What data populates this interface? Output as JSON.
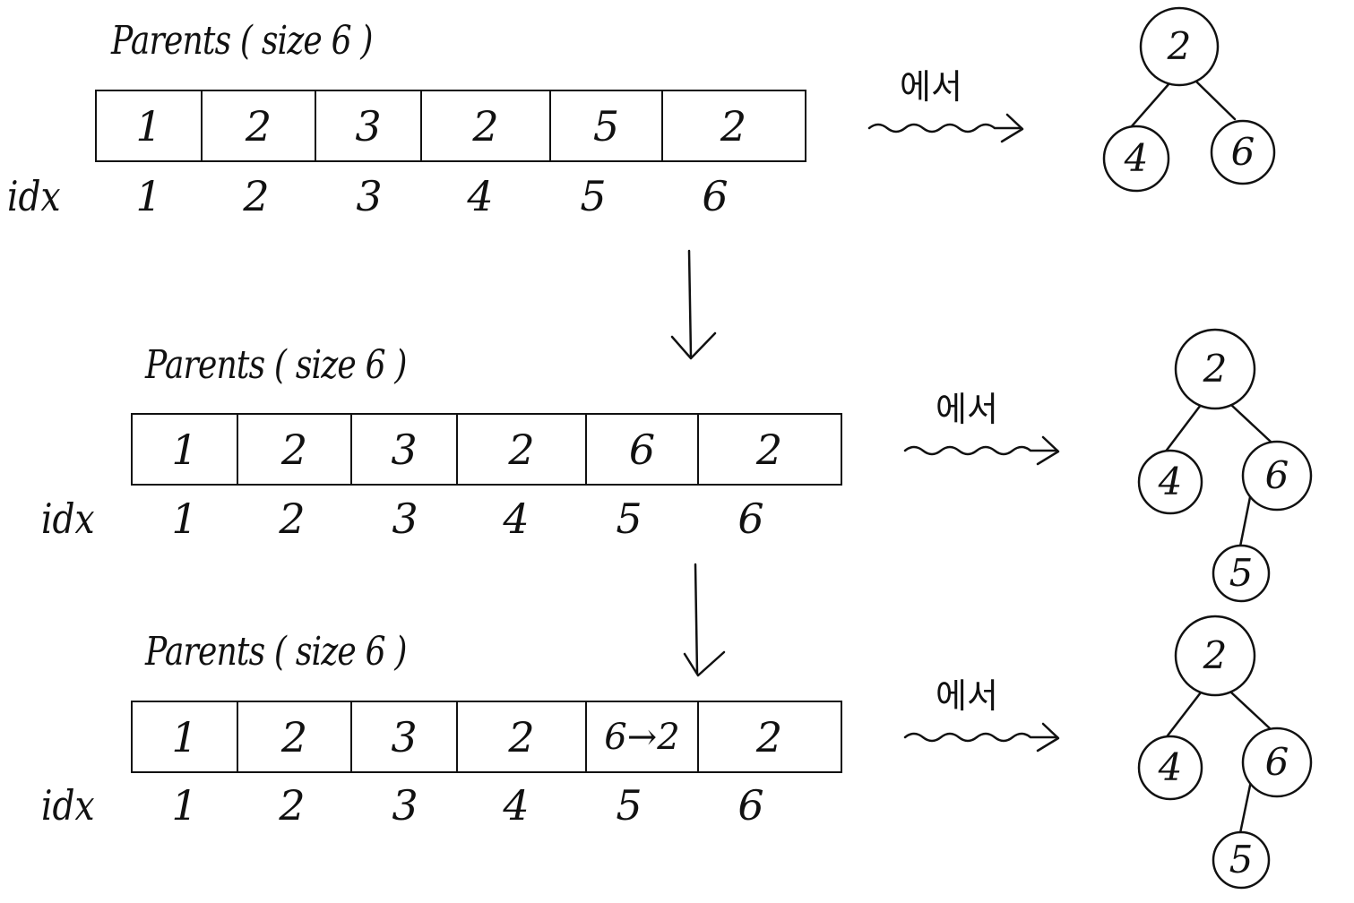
{
  "panels": [
    {
      "title": "Parents ( size 6 )",
      "values": [
        "1",
        "2",
        "3",
        "2",
        "5",
        "2"
      ],
      "idx_label": "idx",
      "indices": [
        "1",
        "2",
        "3",
        "4",
        "5",
        "6"
      ],
      "korean": "에서",
      "tree": {
        "nodes": [
          {
            "label": "2"
          },
          {
            "label": "4"
          },
          {
            "label": "6"
          }
        ],
        "edges": [
          [
            "2",
            "4"
          ],
          [
            "2",
            "6"
          ]
        ]
      }
    },
    {
      "title": "Parents ( size 6 )",
      "values": [
        "1",
        "2",
        "3",
        "2",
        "6",
        "2"
      ],
      "idx_label": "idx",
      "indices": [
        "1",
        "2",
        "3",
        "4",
        "5",
        "6"
      ],
      "korean": "에서",
      "tree": {
        "nodes": [
          {
            "label": "2"
          },
          {
            "label": "4"
          },
          {
            "label": "6"
          },
          {
            "label": "5"
          }
        ],
        "edges": [
          [
            "2",
            "4"
          ],
          [
            "2",
            "6"
          ],
          [
            "6",
            "5"
          ]
        ]
      }
    },
    {
      "title": "Parents ( size 6 )",
      "values": [
        "1",
        "2",
        "3",
        "2",
        "6→2",
        "2"
      ],
      "idx_label": "idx",
      "indices": [
        "1",
        "2",
        "3",
        "4",
        "5",
        "6"
      ],
      "korean": "에서",
      "tree": {
        "nodes": [
          {
            "label": "2"
          },
          {
            "label": "4"
          },
          {
            "label": "6"
          },
          {
            "label": "5"
          }
        ],
        "edges": [
          [
            "2",
            "4"
          ],
          [
            "2",
            "6"
          ],
          [
            "6",
            "5"
          ]
        ]
      }
    }
  ],
  "colors": {
    "ink": "#111111",
    "background": "#ffffff"
  }
}
